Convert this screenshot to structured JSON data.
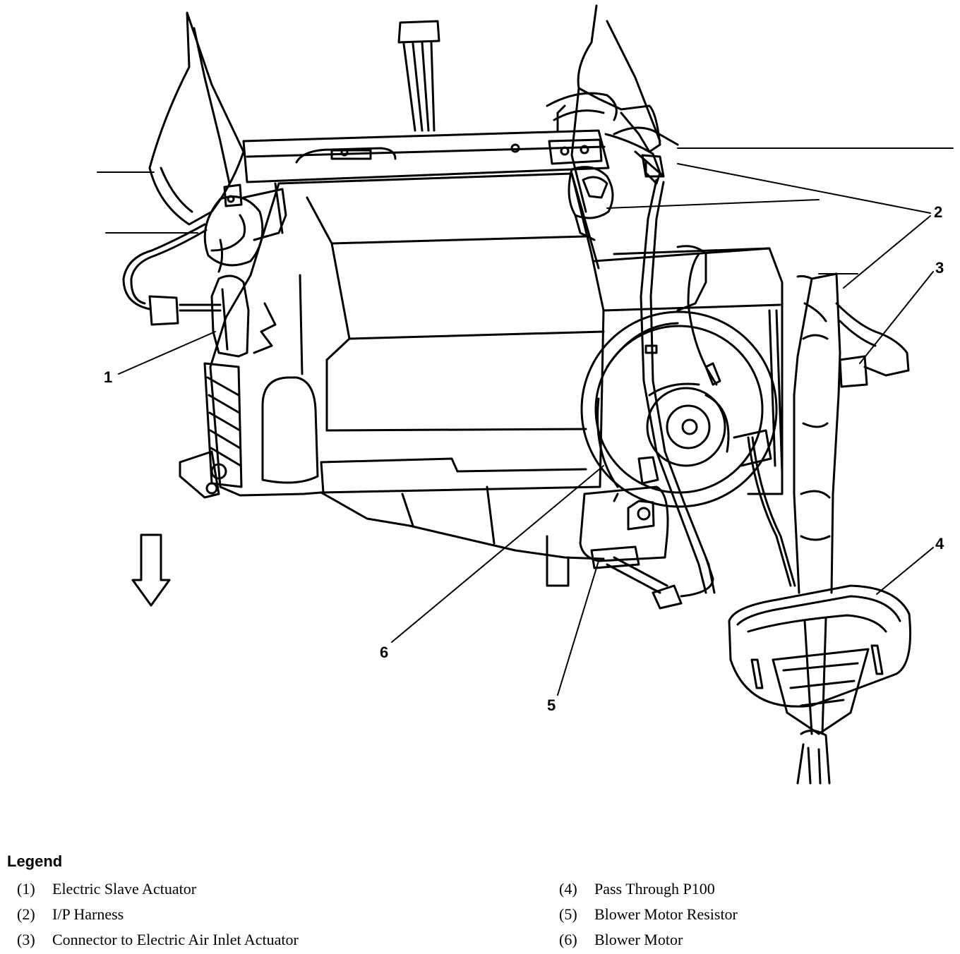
{
  "callouts": [
    {
      "id": "1",
      "label": "1"
    },
    {
      "id": "2",
      "label": "2"
    },
    {
      "id": "3",
      "label": "3"
    },
    {
      "id": "4",
      "label": "4"
    },
    {
      "id": "5",
      "label": "5"
    },
    {
      "id": "6",
      "label": "6"
    }
  ],
  "legend": {
    "title": "Legend",
    "items": [
      {
        "num": "(1)",
        "text": "Electric Slave Actuator"
      },
      {
        "num": "(2)",
        "text": "I/P Harness"
      },
      {
        "num": "(3)",
        "text": "Connector to Electric Air Inlet Actuator"
      },
      {
        "num": "(4)",
        "text": "Pass Through P100"
      },
      {
        "num": "(5)",
        "text": "Blower Motor Resistor"
      },
      {
        "num": "(6)",
        "text": "Blower Motor"
      }
    ]
  }
}
